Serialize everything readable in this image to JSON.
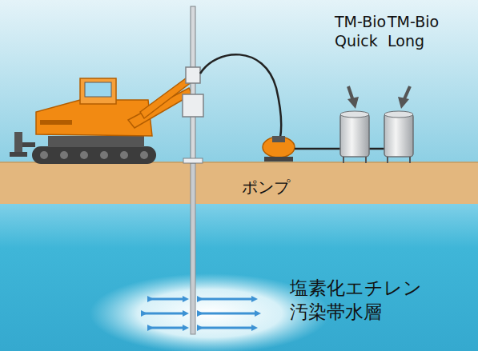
{
  "diagram": {
    "labels": [
      "TM-Bio Quick",
      "TM-Bio Long",
      "ポンプ",
      "塩素化エチレン 汚染帯水層"
    ]
  }
}
